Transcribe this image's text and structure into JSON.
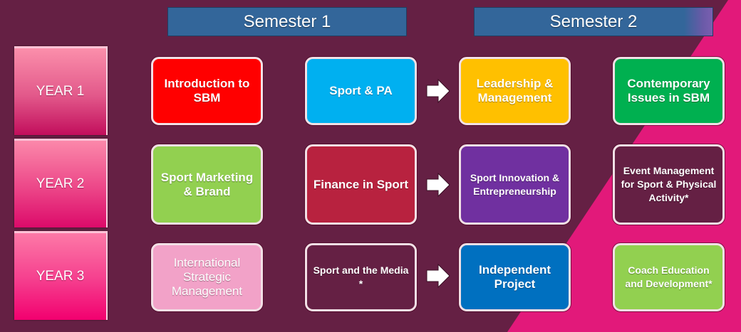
{
  "colors": {
    "background": "#652044",
    "accent_pink": "#e2197a",
    "semester_header": "#33669a"
  },
  "semesters": [
    {
      "label": "Semester 1"
    },
    {
      "label": "Semester 2"
    }
  ],
  "years": [
    {
      "label": "YEAR 1"
    },
    {
      "label": "YEAR 2"
    },
    {
      "label": "YEAR 3"
    }
  ],
  "modules": {
    "year1": [
      {
        "label": "Introduction to SBM",
        "color": "#ff0000"
      },
      {
        "label": "Sport & PA",
        "color": "#00b0f0"
      },
      {
        "label": "Leadership & Management",
        "color": "#ffc000"
      },
      {
        "label": "Contemporary Issues in SBM",
        "color": "#00b050"
      }
    ],
    "year2": [
      {
        "label": "Sport Marketing & Brand",
        "color": "#92d050"
      },
      {
        "label": "Finance in Sport",
        "color": "#b8223f"
      },
      {
        "label": "Sport Innovation & Entrepreneurship",
        "color": "#7030a0"
      },
      {
        "label": "Event Management for Sport & Physical Activity*",
        "color": "#652044"
      }
    ],
    "year3": [
      {
        "label": "International Strategic Management",
        "color": "#f2a2c8"
      },
      {
        "label": "Sport and the Media *",
        "color": "#652044"
      },
      {
        "label": "Independent Project",
        "color": "#0070c0"
      },
      {
        "label": "Coach Education and Development*",
        "color": "#92d050"
      }
    ]
  },
  "arrows": [
    {
      "from": "Sport & PA",
      "to": "Leadership & Management",
      "icon": "right-arrow-icon"
    },
    {
      "from": "Finance in Sport",
      "to": "Sport Innovation & Entrepreneurship",
      "icon": "right-arrow-icon"
    },
    {
      "from": "Sport and the Media *",
      "to": "Independent Project",
      "icon": "right-arrow-icon"
    }
  ]
}
